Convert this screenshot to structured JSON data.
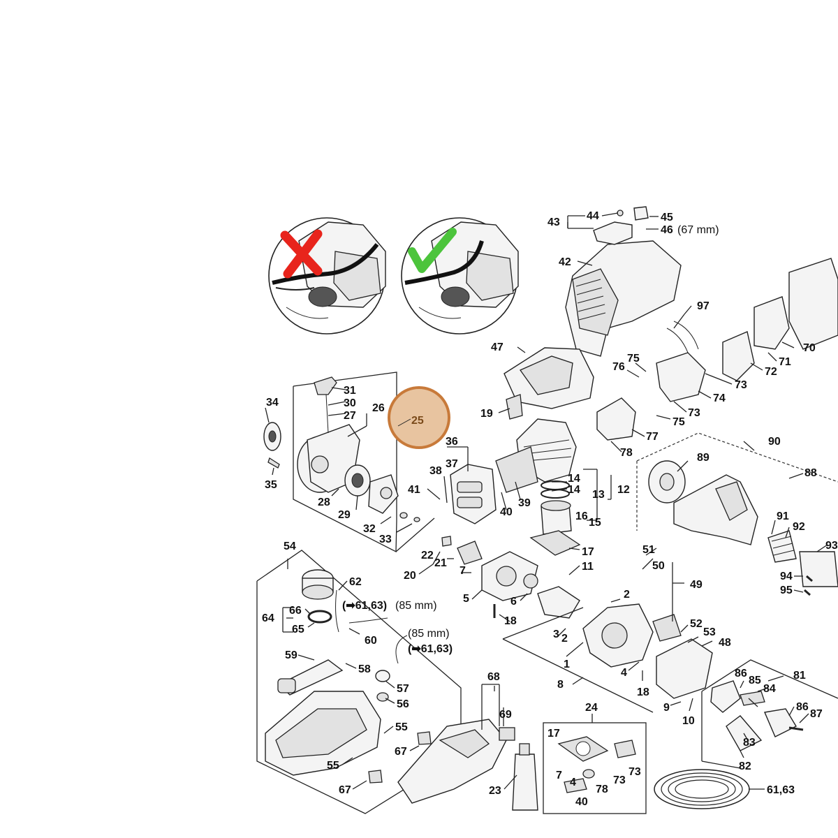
{
  "callouts": {
    "c25": "25",
    "c26": "26",
    "c27": "27",
    "c28": "28",
    "c29": "29",
    "c30": "30",
    "c31": "31",
    "c32": "32",
    "c33": "33",
    "c34": "34",
    "c35": "35",
    "c36": "36",
    "c37": "37",
    "c38": "38",
    "c39": "39",
    "c40": "40",
    "c41": "41",
    "c42": "42",
    "c43": "43",
    "c44": "44",
    "c45": "45",
    "c46": "46",
    "c46_note": "(67 mm)",
    "c47": "47",
    "c19": "19",
    "c12": "12",
    "c13": "13",
    "c14a": "14",
    "c14b": "14",
    "c15": "15",
    "c16": "16",
    "c17": "17",
    "c11": "11",
    "c20": "20",
    "c21": "21",
    "c22": "22",
    "c7": "7",
    "c5": "5",
    "c6": "6",
    "c18": "18",
    "c2": "2",
    "c3": "3",
    "c2b": "2",
    "c1": "1",
    "c8": "8",
    "c4": "4",
    "c18b": "18",
    "c9": "9",
    "c10": "10",
    "c48": "48",
    "c49": "49",
    "c50": "50",
    "c51": "51",
    "c52": "52",
    "c53": "53",
    "c54": "54",
    "c55a": "55",
    "c55b": "55",
    "c56": "56",
    "c57": "57",
    "c58": "58",
    "c59": "59",
    "c60": "60",
    "c62": "62",
    "c64": "64",
    "c65": "65",
    "c66": "66",
    "c67a": "67",
    "c67b": "67",
    "c68": "68",
    "c69": "69",
    "c23": "23",
    "ref1": "(➡61,63)",
    "ref1_note": "(85 mm)",
    "ref2_note": "(85 mm)",
    "ref2": "(➡61,63)",
    "c24": "24",
    "c17b": "17",
    "c7b": "7",
    "c4b": "4",
    "c78b": "78",
    "c73a": "73",
    "c73b": "73",
    "c40b": "40",
    "c61_63": "61,63",
    "c70": "70",
    "c71": "71",
    "c72": "72",
    "c73c": "73",
    "c73d": "73",
    "c74": "74",
    "c75a": "75",
    "c75b": "75",
    "c76": "76",
    "c77": "77",
    "c78": "78",
    "c97": "97",
    "c88": "88",
    "c89": "89",
    "c90": "90",
    "c91": "91",
    "c92": "92",
    "c93": "93",
    "c94": "94",
    "c95": "95",
    "c81": "81",
    "c82": "82",
    "c83": "83",
    "c84": "84",
    "c85": "85",
    "c86a": "86",
    "c86b": "86",
    "c87": "87"
  },
  "colors": {
    "highlight_fill": "#e8c4a0",
    "highlight_ring": "#c87a3a",
    "wrong_mark": "#e8241c",
    "right_mark": "#4cc43c"
  },
  "icons": {
    "wrong": "cross-mark-icon",
    "right": "check-mark-icon"
  }
}
